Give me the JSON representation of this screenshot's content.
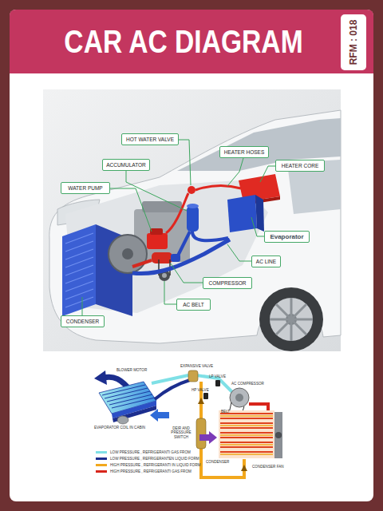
{
  "diagram": {
    "title": "CAR AC DIAGRAM",
    "nodes": [
      {
        "text": [
          "RFM : 018"
        ]
      },
      {
        "text": [
          "HOT WATER VALVE"
        ]
      },
      {
        "text": [
          "HEATER HOSES"
        ]
      },
      {
        "text": [
          "ACCUMULATOR"
        ]
      },
      {
        "text": [
          "HEATER CORE"
        ]
      },
      {
        "text": [
          "WATER PUMP"
        ]
      },
      {
        "text": [
          "Evaporator"
        ]
      },
      {
        "text": [
          "AC LINE"
        ]
      },
      {
        "text": [
          "COMPRESSOR"
        ]
      },
      {
        "text": [
          "AC BELT"
        ]
      },
      {
        "text": [
          "CONDENSER"
        ]
      }
    ],
    "labels": [
      "BLOWER MOTOR",
      "EXPANSIVE VALVE",
      "LP VALVE",
      "AC COMPRESSOR",
      "HP VALVE",
      "BELT",
      "EVAPORATOR COIL IN CABIN",
      "DEIR AND PRESSURE SWITCH",
      "CONDENSER",
      "CONDENSER FAN"
    ],
    "legend": [
      {
        "text": "LOW PRESSURE , REFRIGERANTI GAS FROM",
        "color": "#7fe0e6"
      },
      {
        "text": "LOW PRESSURE , REFRIGERANTEN LIQUID FORM",
        "color": "#1c2e8e"
      },
      {
        "text": "HIGH PRESSURE , REFRIGERANTI IN LIQUID FORM",
        "color": "#f2a81d"
      },
      {
        "text": "HIGH PRESSURE , REFRIGERANTI GAS FROM",
        "color": "#d8261c"
      }
    ]
  }
}
